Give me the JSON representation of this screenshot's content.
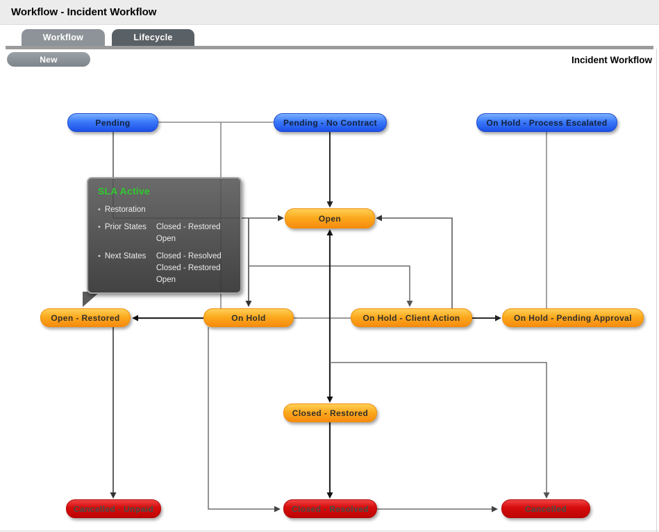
{
  "header": {
    "title": "Workflow - Incident Workflow"
  },
  "tabs": [
    {
      "label": "Workflow",
      "active": true
    },
    {
      "label": "Lifecycle",
      "active": false
    }
  ],
  "toolbar": {
    "new_label": "New",
    "context_title": "Incident Workflow"
  },
  "diagram": {
    "nodes": [
      {
        "id": "pending",
        "label": "Pending",
        "type": "blue"
      },
      {
        "id": "pending-no-contract",
        "label": "Pending - No Contract",
        "type": "blue"
      },
      {
        "id": "on-hold-process-escalated",
        "label": "On Hold - Process Escalated",
        "type": "blue"
      },
      {
        "id": "open",
        "label": "Open",
        "type": "orange"
      },
      {
        "id": "open-restored",
        "label": "Open - Restored",
        "type": "orange"
      },
      {
        "id": "on-hold",
        "label": "On Hold",
        "type": "orange"
      },
      {
        "id": "on-hold-client-action",
        "label": "On Hold - Client Action",
        "type": "orange"
      },
      {
        "id": "on-hold-pending-approval",
        "label": "On Hold - Pending Approval",
        "type": "orange"
      },
      {
        "id": "closed-restored",
        "label": "Closed - Restored",
        "type": "orange"
      },
      {
        "id": "cancelled-unpaid",
        "label": "Cancelled - Unpaid",
        "type": "red"
      },
      {
        "id": "closed-resolved",
        "label": "Closed - Resolved",
        "type": "red"
      },
      {
        "id": "cancelled",
        "label": "Cancelled",
        "type": "red"
      }
    ],
    "tooltip": {
      "title": "SLA Active",
      "items": [
        {
          "label": "Restoration",
          "values": []
        },
        {
          "label": "Prior States",
          "values": [
            "Closed - Restored",
            "Open"
          ]
        },
        {
          "label": "Next States",
          "values": [
            "Closed - Resolved",
            "Closed - Restored",
            "Open"
          ]
        }
      ]
    },
    "colors": {
      "blue_state": "#2e6bf5",
      "orange_state": "#f89406",
      "red_state": "#cc0a0a",
      "tooltip_title": "#2ecc2e",
      "tab_active": "#8d9399",
      "tab_inactive": "#596066"
    }
  }
}
